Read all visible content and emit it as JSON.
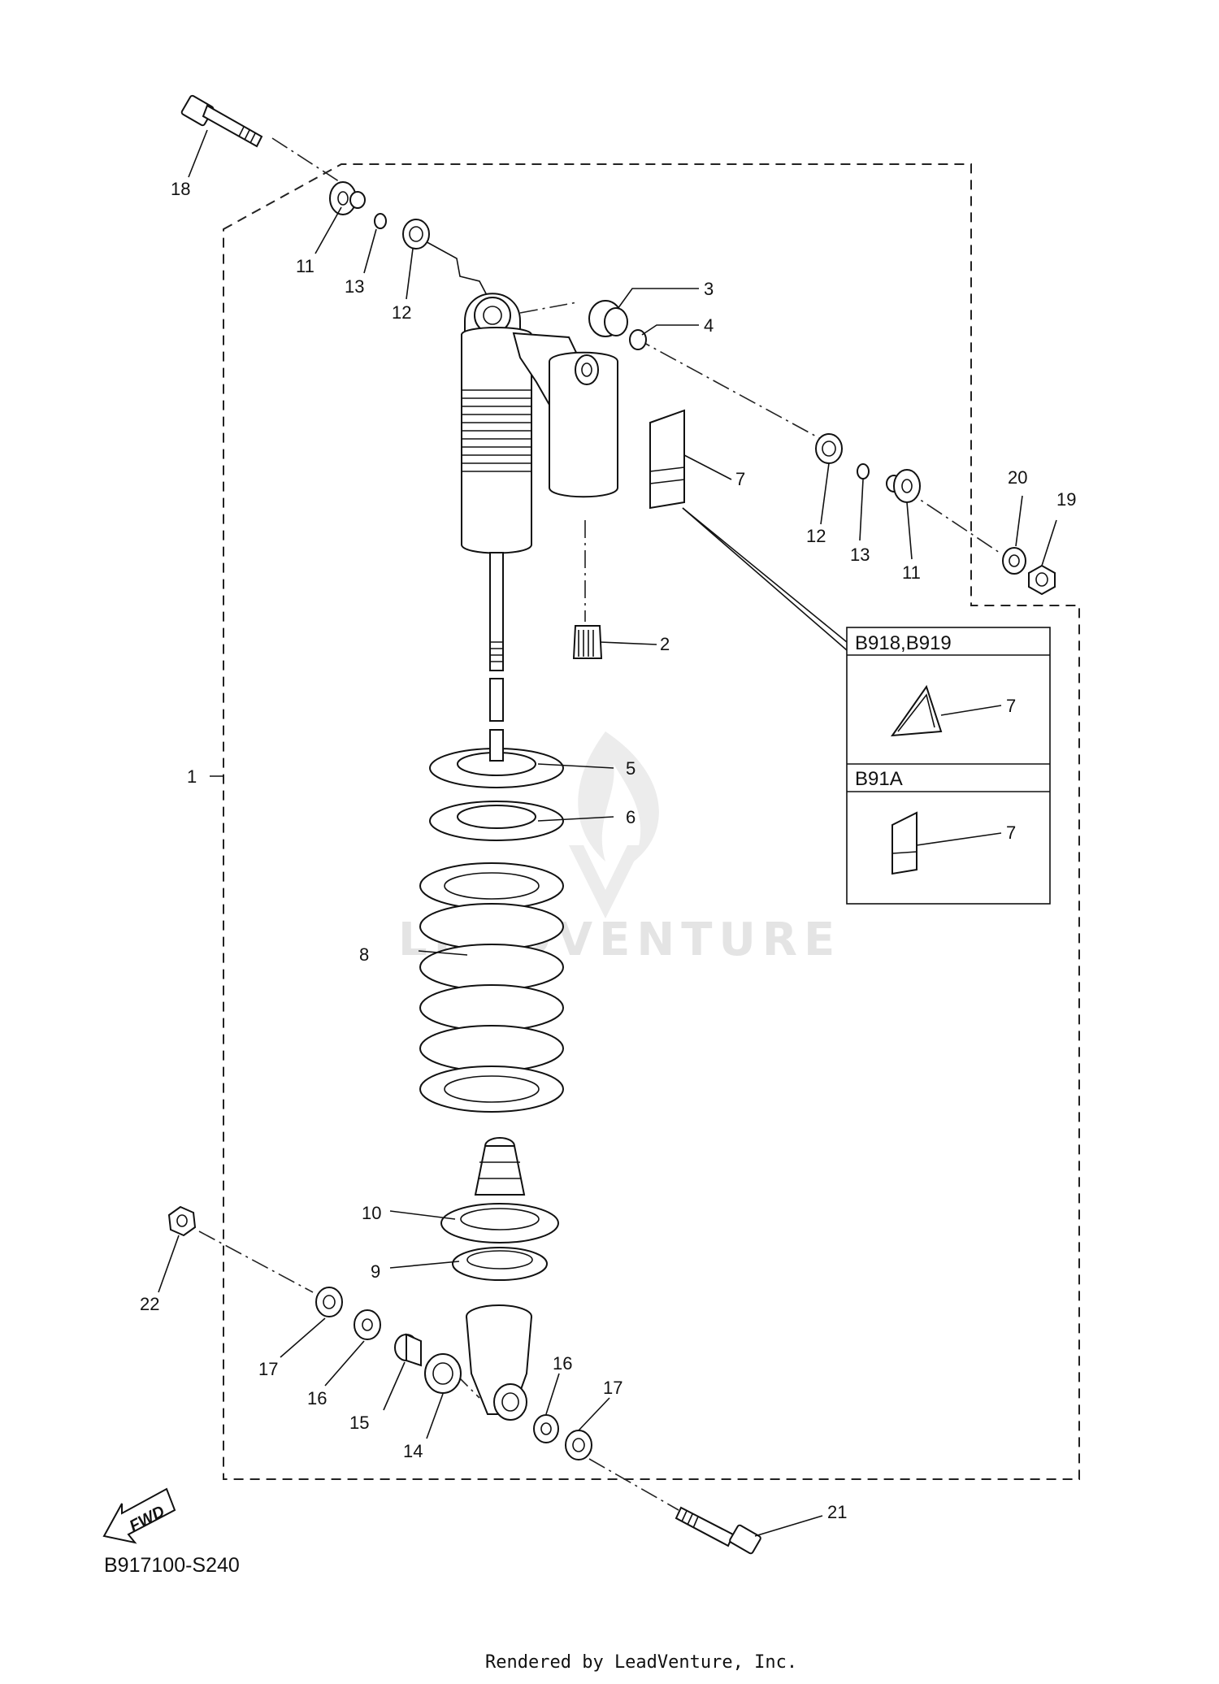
{
  "diagram": {
    "code": "B917100-S240",
    "rendered_by": "Rendered by LeadVenture, Inc.",
    "watermark": "LEADVENTURE",
    "fwd_label": "FWD",
    "variants": [
      {
        "label": "B918,B919",
        "callout": "7"
      },
      {
        "label": "B91A",
        "callout": "7"
      }
    ],
    "callouts": {
      "c1": "1",
      "c2": "2",
      "c3": "3",
      "c4": "4",
      "c5": "5",
      "c6": "6",
      "c7": "7",
      "c8": "8",
      "c9": "9",
      "c10": "10",
      "c11a": "11",
      "c11b": "11",
      "c12a": "12",
      "c12b": "12",
      "c13a": "13",
      "c13b": "13",
      "c14": "14",
      "c15": "15",
      "c16a": "16",
      "c16b": "16",
      "c17a": "17",
      "c17b": "17",
      "c18": "18",
      "c19": "19",
      "c20": "20",
      "c21": "21",
      "c22": "22"
    }
  }
}
